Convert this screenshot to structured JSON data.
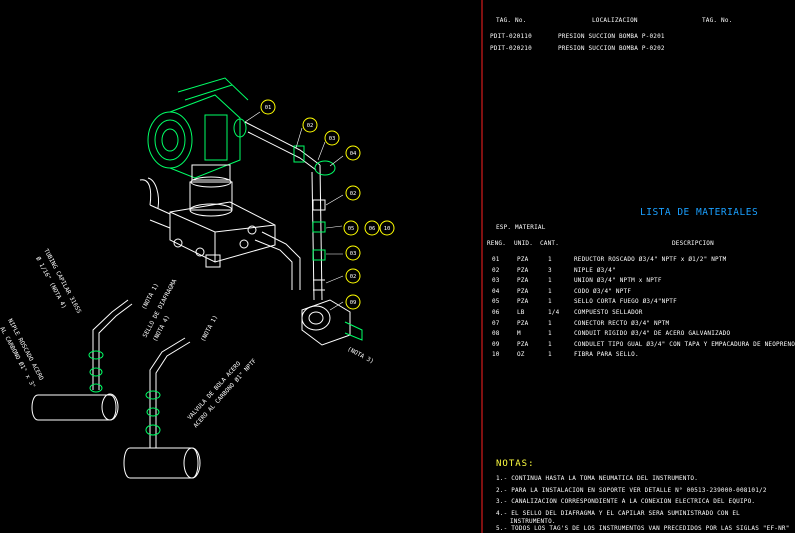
{
  "tag_table": {
    "headers": [
      "TAG. No.",
      "LOCALIZACION",
      "TAG. No."
    ],
    "rows": [
      {
        "tag": "PDIT-020110",
        "localizacion": "PRESION SUCCION BOMBA P-0201"
      },
      {
        "tag": "PDIT-020210",
        "localizacion": "PRESION SUCCION BOMBA P-0202"
      }
    ]
  },
  "materials": {
    "title": "LISTA DE MATERIALES",
    "subtitle": "ESP. MATERIAL",
    "headers": [
      "RENG.",
      "UNID.",
      "CANT.",
      "DESCRIPCION"
    ],
    "rows": [
      {
        "reng": "01",
        "unid": "PZA",
        "cant": "1",
        "desc": "REDUCTOR ROSCADO Ø3/4\" NPTF x Ø1/2\" NPTM"
      },
      {
        "reng": "02",
        "unid": "PZA",
        "cant": "3",
        "desc": "NIPLE Ø3/4\""
      },
      {
        "reng": "03",
        "unid": "PZA",
        "cant": "1",
        "desc": "UNION Ø3/4\" NPTM x NPTF"
      },
      {
        "reng": "04",
        "unid": "PZA",
        "cant": "1",
        "desc": "CODO Ø3/4\" NPTF"
      },
      {
        "reng": "05",
        "unid": "PZA",
        "cant": "1",
        "desc": "SELLO CORTA FUEGO Ø3/4\"NPTF"
      },
      {
        "reng": "06",
        "unid": "LB",
        "cant": "1/4",
        "desc": "COMPUESTO SELLADOR"
      },
      {
        "reng": "07",
        "unid": "PZA",
        "cant": "1",
        "desc": "CONECTOR RECTO Ø3/4\" NPTM"
      },
      {
        "reng": "08",
        "unid": "M",
        "cant": "1",
        "desc": "CONDUIT RIGIDO Ø3/4\" DE ACERO GALVANIZADO"
      },
      {
        "reng": "09",
        "unid": "PZA",
        "cant": "1",
        "desc": "CONDULET TIPO GUAL Ø3/4\" CON TAPA Y EMPACADURA DE NEOPRENO"
      },
      {
        "reng": "10",
        "unid": "OZ",
        "cant": "1",
        "desc": "FIBRA PARA SELLO."
      }
    ]
  },
  "notes": {
    "title": "NOTAS:",
    "items": [
      "1.- CONTINUA HASTA LA TOMA NEUMATICA DEL INSTRUMENTO.",
      "2.- PARA LA INSTALACION EN SOPORTE VER DETALLE N° 00513-239000-008101/2",
      "3.- CANALIZACION CORRESPONDIENTE A LA CONEXION ELECTRICA DEL EQUIPO.",
      "4.- EL SELLO DEL DIAFRAGMA Y EL CAPILAR SERA SUMINISTRADO CON EL",
      "INSTRUMENTO.",
      "5.- TODOS LOS TAG'S DE LOS INSTRUMENTOS VAN PRECEDIDOS POR LAS SIGLAS \"EF-NR\""
    ]
  },
  "callouts": [
    "01",
    "02",
    "03",
    "04",
    "02",
    "05",
    "06",
    "10",
    "03",
    "02",
    "09"
  ],
  "annotations": {
    "tubing": [
      "TUBING CAPILAR 316SS",
      "Ø 1/16\" (NOTA 4)"
    ],
    "nipple": [
      "NIPLE ROSCADO ACERO",
      "AL CARBONO Ø1\" x 3\""
    ],
    "seal": [
      "SELLO DE DIAFRAGMA",
      "(NOTA 4)"
    ],
    "valve": [
      "VALVULA DE BOLA ACERO",
      "ACERO AL CARBONO Ø1\" NPTF"
    ],
    "nota1a": "(NOTA 1)",
    "nota1b": "(NOTA 1)",
    "nota3": "(NOTA 3)"
  },
  "colors": {
    "background": "#000000",
    "instrument": "#00ff66",
    "piping": "#ffffff",
    "callout": "#ffff00",
    "divider": "#ff2020",
    "title": "#1aa0ff"
  }
}
